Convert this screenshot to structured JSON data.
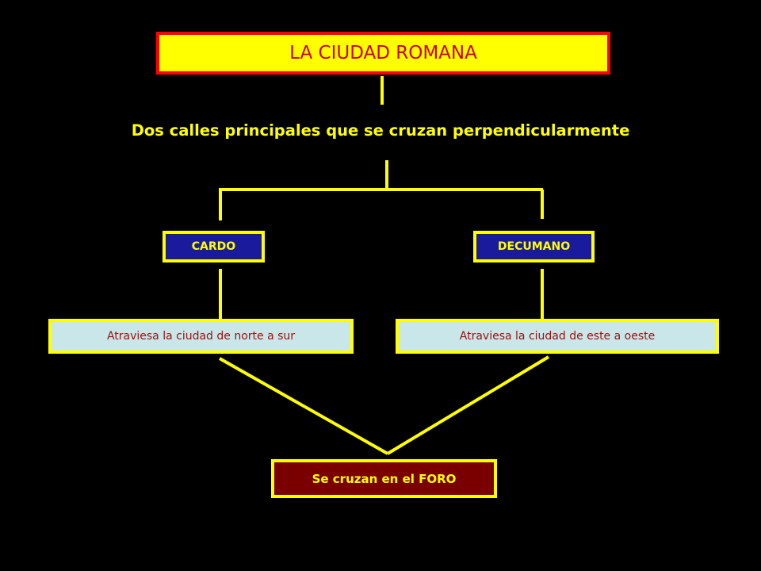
{
  "diagram": {
    "title": "LA CIUDAD ROMANA",
    "subtitle": "Dos calles principales que se cruzan perpendicularmente",
    "left_branch": {
      "name": "CARDO",
      "description": "Atraviesa la ciudad de norte a sur"
    },
    "right_branch": {
      "name": "DECUMANO",
      "description": "Atraviesa la ciudad de este a oeste"
    },
    "conclusion": "Se cruzan en el FORO"
  },
  "colors": {
    "background": "#000000",
    "connector": "#ffff00",
    "title_fill": "#ffff00",
    "title_border": "#ff0000",
    "title_text": "#d00000",
    "street_fill": "#1a1a9c",
    "description_fill": "#c9e6e8",
    "description_text": "#a01010",
    "conclusion_fill": "#7a0000"
  }
}
